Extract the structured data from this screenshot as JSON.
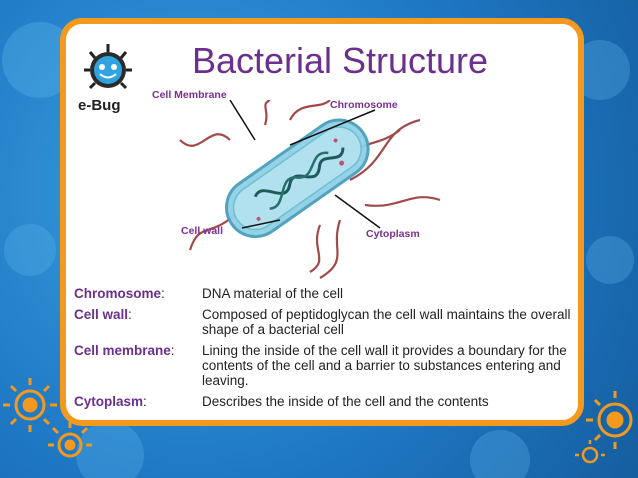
{
  "slide": {
    "title": "Bacterial Structure",
    "logo_text": "e-Bug"
  },
  "diagram_labels": {
    "cell_membrane": "Cell Membrane",
    "chromosome": "Chromosome",
    "cell_wall": "Cell wall",
    "cytoplasm": "Cytoplasm"
  },
  "definitions": [
    {
      "term": "Chromosome",
      "text": "DNA material of the cell"
    },
    {
      "term": "Cell wall",
      "text": "Composed of peptidoglycan the cell wall maintains the overall shape of a bacterial cell"
    },
    {
      "term": "Cell membrane",
      "text": "Lining the inside of the cell wall it provides a boundary for the contents of the cell and a barrier to substances entering and leaving."
    },
    {
      "term": "Cytoplasm",
      "text": "Describes the inside of the cell and the contents"
    }
  ],
  "colors": {
    "frame": "#f39a1e",
    "title": "#6b2f8e",
    "background": "#1f78c4"
  }
}
